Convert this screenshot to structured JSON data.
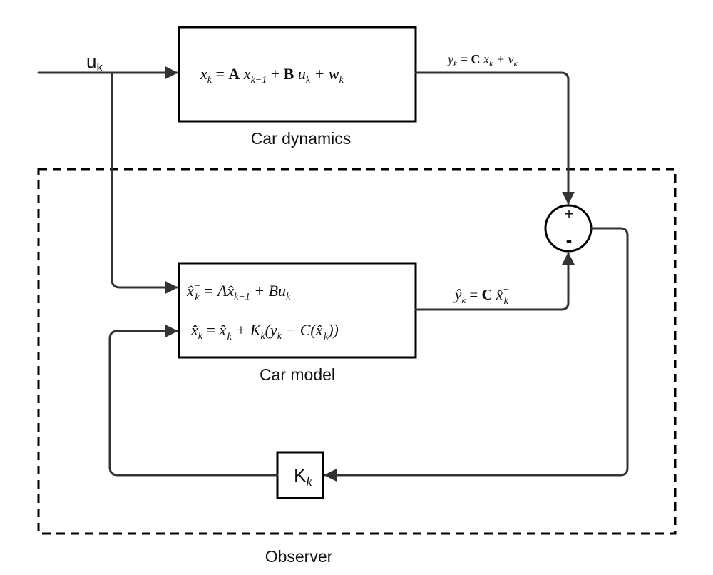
{
  "signals": {
    "input": {
      "base": "u",
      "sub": "k"
    },
    "measurement": {
      "y": "y",
      "sub": "k",
      "eq": " = ",
      "C": "C",
      "x": " x",
      "xsub": "k",
      "plus": " + v",
      "vsub": "k"
    },
    "predicted_output": {
      "yhat": "ŷ",
      "sub": "k",
      "eq": " = ",
      "C": "C",
      "xhat": " x̂",
      "sup": "−",
      "xsub": "k"
    }
  },
  "blocks": {
    "car_dynamics": {
      "label": "Car dynamics",
      "eq": {
        "x": "x",
        "xsub": "k",
        "eq": " = ",
        "A": "A",
        "x2": " x",
        "x2sub": "k−1",
        "plus1": " + ",
        "B": "B",
        "u": " u",
        "usub": "k",
        "plus2": " + w",
        "wsub": "k"
      }
    },
    "car_model": {
      "label": "Car model",
      "eq1": {
        "lhs": "x̂",
        "lhs_sup": "−",
        "lhs_sub": "k",
        "rhs1": " = A",
        "xhat": "x̂",
        "xhat_sub": "k−1",
        "rhs2": " + Bu",
        "u_sub": "k"
      },
      "eq2": {
        "lhs": "x̂",
        "lhs_sub": "k",
        "eq": " = ",
        "xhat": "x̂",
        "xhat_sup": "−",
        "xhat_sub": "k",
        "plusK": " + K",
        "K_sub": "k",
        "paren": "(y",
        "y_sub": "k",
        "minusC": " − C(x̂",
        "inner_sup": "−",
        "inner_sub": "k",
        "close": "))"
      }
    },
    "gain": {
      "base": "K",
      "sub": "k"
    }
  },
  "summer": {
    "plus": "+",
    "minus": "-"
  },
  "observer": {
    "label": "Observer"
  }
}
